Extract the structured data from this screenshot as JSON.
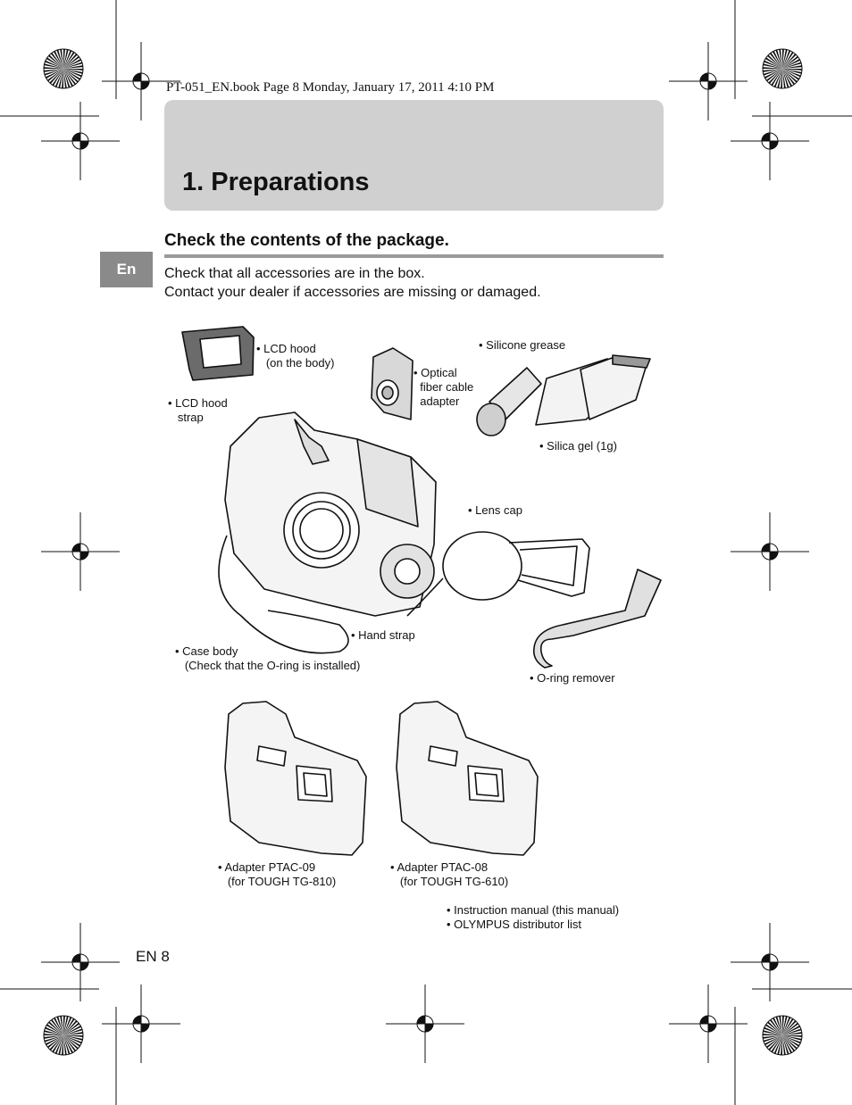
{
  "header": {
    "file_line": "PT-051_EN.book  Page 8  Monday, January 17, 2011  4:10 PM"
  },
  "chapter": {
    "title": "1. Preparations"
  },
  "section": {
    "title": "Check the contents of the package.",
    "language_tab": "En"
  },
  "intro": {
    "line1": "Check that all accessories are in the box.",
    "line2": "Contact your dealer if accessories are missing or damaged."
  },
  "items": {
    "lcd_hood": "• LCD hood\n   (on the body)",
    "lcd_hood_strap": "• LCD hood\n   strap",
    "optical_adapter": "• Optical\n  fiber cable\n  adapter",
    "silicone_grease": "• Silicone grease",
    "silica_gel": "• Silica gel (1g)",
    "lens_cap": "• Lens cap",
    "hand_strap": "• Hand strap",
    "case_body": "• Case body\n   (Check that the O-ring is installed)",
    "oring_remover": "• O-ring remover",
    "adapter_09": "• Adapter PTAC-09\n   (for TOUGH TG-810)",
    "adapter_08": "• Adapter PTAC-08\n   (for TOUGH TG-610)",
    "manual": "• Instruction manual (this manual)",
    "distributor": "• OLYMPUS distributor list"
  },
  "footer": {
    "page": "EN 8"
  }
}
